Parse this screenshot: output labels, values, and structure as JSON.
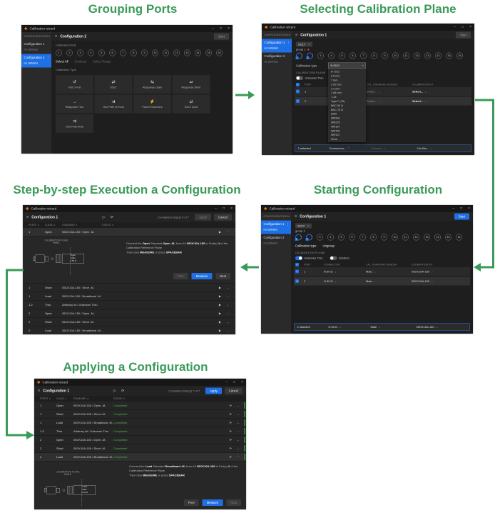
{
  "colors": {
    "green": "#3a9b58",
    "blue": "#1f6fe5",
    "ok": "#4caf50",
    "ok_bar": "#2e7d32",
    "red": "#e53935"
  },
  "glyphs": {
    "hamburger": "≡",
    "minimize": "–",
    "maximize": "□",
    "close": "×",
    "plus": "+",
    "kebab": "⋮",
    "check": "✓",
    "chev_down": "⌄",
    "chev_up": "⌃",
    "play": "▶",
    "play_o": "▷",
    "refresh": "⟳",
    "sort": "⇅",
    "red_dot": "●",
    "pin": "▪",
    "circle": "○"
  },
  "app": {
    "title": "Calibration wizard"
  },
  "captions": {
    "c1": "Grouping Ports",
    "c2": "Selecting Calibration Plane",
    "c3": "Step-by-step Execution a Configuration",
    "c4": "Starting Configuration",
    "c5": "Applying a Configuration"
  },
  "sidebar_header": "CONFIGURATIONS",
  "sidebars": {
    "cfg2sel": [
      {
        "name": "Configuration 1",
        "sub": "not calibrated",
        "sel": false
      },
      {
        "name": "Configuration 2",
        "sub": "not calibrated",
        "sel": true
      }
    ],
    "cfg1sel": [
      {
        "name": "Configuration 1",
        "sub": "not calibrated",
        "sel": true
      },
      {
        "name": "Configuration 2",
        "sub": "not calibrated",
        "sel": false
      }
    ]
  },
  "ports_all": [
    {
      "n": 1
    },
    {
      "n": 2
    },
    {
      "n": 3
    },
    {
      "n": 4
    },
    {
      "n": 5
    },
    {
      "n": 6
    },
    {
      "n": 7
    },
    {
      "n": 8
    },
    {
      "n": 9
    },
    {
      "n": 10
    },
    {
      "n": 11
    },
    {
      "n": 12
    },
    {
      "n": 13
    },
    {
      "n": 14
    },
    {
      "n": 15
    },
    {
      "n": 16
    }
  ],
  "ports_grouped": [
    {
      "n": 1,
      "sel": true
    },
    {
      "n": 2,
      "sel": true
    },
    {
      "n": 3
    },
    {
      "n": 4
    },
    {
      "n": 5
    },
    {
      "n": 6
    },
    {
      "n": 7
    },
    {
      "n": 8
    },
    {
      "n": 9
    },
    {
      "n": 10
    },
    {
      "n": 11
    },
    {
      "n": 12
    },
    {
      "n": 13
    },
    {
      "n": 14
    },
    {
      "n": 15
    },
    {
      "n": 16
    }
  ],
  "win1": {
    "title": "Configuration 2",
    "start": "Start",
    "ports_label": "Calibrated Ports",
    "links": {
      "select_all": "Select All",
      "unselect": "Unselect",
      "select_range": "Select Range"
    },
    "type_label": "Calibration Type",
    "tiles": [
      {
        "glyph": "↺",
        "label": "Full 1-Port"
      },
      {
        "glyph": "⇄",
        "label": "SOLT"
      },
      {
        "glyph": "⇆",
        "label": "Response Open"
      },
      {
        "glyph": "⇌",
        "label": "Response Short"
      },
      {
        "glyph": "→",
        "label": "Response Thru"
      },
      {
        "glyph": "⇉",
        "label": "One Path N-Ports"
      },
      {
        "glyph": "⚡",
        "label": "Power Receivers"
      },
      {
        "glyph": "⇄",
        "label": "SOLT ACM"
      },
      {
        "glyph": "⇉",
        "label": "One Path ACM"
      }
    ]
  },
  "win2": {
    "title": "Configuration 1",
    "start": "Start",
    "chip": "SOLT",
    "group": "group 1",
    "type_label": "Calibration type",
    "combo_value": "N 50 Ω",
    "dropdown": [
      "N 75 Ω",
      "3.5 mm",
      "7 mm",
      "2.92 mm",
      "2.4 mm",
      "1.85 mm",
      "7-16",
      "Type F (75)",
      "BNC 50 Ω",
      "BNC 75 Ω",
      "SMA",
      "WR284",
      "WR229",
      "WR187",
      "WR159",
      "WR137",
      "None"
    ],
    "plane_label": "CALIBRATION PLANE",
    "toggle_unknown": "Unknown Thru",
    "cols": {
      "port": "PORT",
      "gender": "CAL. STANDARD GENDER",
      "kit": "CALIBRATION KIT"
    },
    "rows": [
      {
        "port": "1",
        "gender": "Select...",
        "kit": "Select..."
      },
      {
        "port": "2",
        "gender": "Select...",
        "kit": "Select..."
      }
    ],
    "footer": {
      "selected": "2 selected",
      "connectors": "Connectors...",
      "genders": "Genders",
      "kits": "Cal Kits..."
    }
  },
  "win4": {
    "title": "Configuration 1",
    "start": "Start",
    "chip": "SOLT",
    "group": "group 1",
    "links": {
      "type": "Calibration type",
      "ungroup": "Ungroup"
    },
    "plane_label": "CALIBRATION PLANE",
    "toggle_unknown": "Unknown Thru",
    "toggle_isolation": "Isolation",
    "cols": {
      "port": "PORT",
      "connector": "CONNECTOR",
      "gender": "CAL. STANDARD GENDER",
      "kit": "CALIBRATION KIT"
    },
    "rows": [
      {
        "port": "1",
        "connector": "N 50 Ω",
        "gender": "Male",
        "kit": "05CK10A-150"
      },
      {
        "port": "2",
        "connector": "N 50 Ω",
        "gender": "Male",
        "kit": "05CK10A-150"
      }
    ],
    "footer": {
      "selected": "2 selected",
      "connector": "N 50 Ω",
      "gender": "Male",
      "kit": "05CK10A-150"
    }
  },
  "win3": {
    "title": "Configuration 1",
    "completed": "Completed step(s) 0 of 7",
    "apply": "Apply",
    "cancel": "Cancel",
    "cols": {
      "ports": "PORTS",
      "cls": "CLASS",
      "std": "STANDARD",
      "status": "STATUS"
    },
    "row0": {
      "ports": "1",
      "cls": "Open",
      "std": "05CK10A-150 / Open -M-"
    },
    "panel": {
      "plane": "CALIBRATION PLANE",
      "port": "Port 1",
      "box": {
        "l1": "Open",
        "l2": "Male",
        "l3": "N 50 Ω"
      },
      "instr1": [
        {
          "t": "Connect the "
        },
        {
          "t": "Open",
          "b": true
        },
        {
          "t": " Standard "
        },
        {
          "t": "Open -M-",
          "b": true
        },
        {
          "t": " from Kit "
        },
        {
          "t": "05CK10A-150",
          "b": true
        },
        {
          "t": " to Port(s) "
        },
        {
          "t": "1",
          "b": true
        },
        {
          "t": " of the Calibration Reference Plane"
        }
      ],
      "instr2": [
        {
          "t": "Then click "
        },
        {
          "t": "MEASURE",
          "b": true
        },
        {
          "t": " or press "
        },
        {
          "t": "SPACEBAR",
          "b": true
        }
      ],
      "prev": "Prev",
      "measure": "Measure",
      "next": "Next"
    },
    "rows": [
      {
        "ports": "1",
        "cls": "Short",
        "std": "05CK10A-150 / Short -M-"
      },
      {
        "ports": "1",
        "cls": "Load",
        "std": "05CK10A-150 / Broadband -M-"
      },
      {
        "ports": "1-2",
        "cls": "Thru",
        "std": "Arbitrary kit / Unknown Thru"
      },
      {
        "ports": "2",
        "cls": "Open",
        "std": "05CK10A-150 / Open -M-"
      },
      {
        "ports": "2",
        "cls": "Short",
        "std": "05CK10A-150 / Short -M-"
      },
      {
        "ports": "2",
        "cls": "Load",
        "std": "05CK10A-150 / Broadband -M-"
      }
    ]
  },
  "win5": {
    "title": "Configuration 1",
    "completed": "Completed step(s) 7 of 7",
    "apply": "Apply",
    "cancel": "Cancel",
    "cols": {
      "ports": "PORTS",
      "cls": "CLASS",
      "std": "STANDARD",
      "status": "STATUS"
    },
    "rows": [
      {
        "ports": "1",
        "cls": "Open",
        "std": "05CK10A-150 / Open -M-",
        "status": "Completed"
      },
      {
        "ports": "1",
        "cls": "Short",
        "std": "05CK10A-150 / Short -M-",
        "status": "Completed"
      },
      {
        "ports": "1",
        "cls": "Load",
        "std": "05CK10A-150 / Broadband -M-",
        "status": "Completed"
      },
      {
        "ports": "1-2",
        "cls": "Thru",
        "std": "Arbitrary kit / Unknown Thru",
        "status": "Completed"
      },
      {
        "ports": "2",
        "cls": "Open",
        "std": "05CK10A-150 / Open -M-",
        "status": "Completed"
      },
      {
        "ports": "2",
        "cls": "Short",
        "std": "05CK10A-150 / Short -M-",
        "status": "Completed"
      }
    ],
    "last": {
      "ports": "2",
      "cls": "Load",
      "std": "05CK10A-150 / Broadband -M-",
      "status": "Completed"
    },
    "panel": {
      "plane": "CALIBRATION PLANE",
      "port": "Port 2",
      "box": {
        "l1": "Load",
        "l2": "Male",
        "l3": "N 50 Ω"
      },
      "instr1": [
        {
          "t": "Connect the "
        },
        {
          "t": "Load",
          "b": true
        },
        {
          "t": " Standard "
        },
        {
          "t": "Broadband -M-",
          "b": true
        },
        {
          "t": " from Kit "
        },
        {
          "t": "05CK10A-150",
          "b": true
        },
        {
          "t": " to Port(s) "
        },
        {
          "t": "2",
          "b": true
        },
        {
          "t": " of the Calibration Reference Plane"
        }
      ],
      "instr2": [
        {
          "t": "Then click "
        },
        {
          "t": "MEASURE",
          "b": true
        },
        {
          "t": " or press "
        },
        {
          "t": "SPACEBAR",
          "b": true
        }
      ],
      "prev": "Prev",
      "measure": "Measure",
      "next": "Next"
    }
  }
}
